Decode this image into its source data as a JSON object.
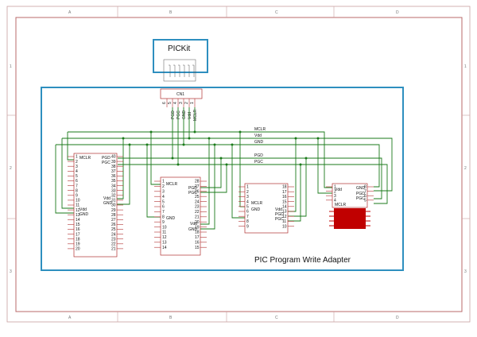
{
  "sheet": {
    "columns": [
      "A",
      "B",
      "C",
      "D"
    ],
    "rows": [
      "1",
      "2",
      "3"
    ]
  },
  "pickit": {
    "label": "PICKit"
  },
  "title": "PIC Program Write Adapter",
  "connector": {
    "ref": "CN1",
    "pin_numbers": [
      "6",
      "5",
      "4",
      "3",
      "2",
      "1"
    ],
    "signals": [
      "",
      "PGD",
      "PGC",
      "GND",
      "Vdd",
      "MCLR"
    ]
  },
  "nets": {
    "mclr": "MCLR",
    "vdd": "Vdd",
    "gnd": "GND",
    "pgd": "PGD",
    "pgc": "PGC"
  },
  "chip40": {
    "left": [
      "1",
      "2",
      "3",
      "4",
      "5",
      "6",
      "7",
      "8",
      "9",
      "10",
      "11",
      "12",
      "13",
      "14",
      "15",
      "16",
      "17",
      "18",
      "19",
      "20"
    ],
    "right": [
      "40",
      "39",
      "38",
      "37",
      "36",
      "35",
      "34",
      "33",
      "32",
      "31",
      "30",
      "29",
      "28",
      "27",
      "26",
      "25",
      "24",
      "23",
      "22",
      "21"
    ],
    "labels": {
      "mclr": "MCLR",
      "vdd": "Vdd",
      "gnd": "GND",
      "pgd": "PGD",
      "pgc": "PGC",
      "vdd2": "Vdd",
      "gnd2": "GND"
    }
  },
  "chip28": {
    "left": [
      "1",
      "2",
      "3",
      "4",
      "5",
      "6",
      "7",
      "8",
      "9",
      "10",
      "11",
      "12",
      "13",
      "14"
    ],
    "right": [
      "28",
      "27",
      "26",
      "25",
      "24",
      "23",
      "22",
      "21",
      "20",
      "19",
      "18",
      "17",
      "16",
      "15"
    ],
    "labels": {
      "mclr": "MCLR",
      "gnd": "GND",
      "pgd": "PGD",
      "pgc": "PGC",
      "vdd": "Vdd",
      "gnd2": "GND"
    }
  },
  "chip18": {
    "left": [
      "1",
      "2",
      "3",
      "4",
      "5",
      "6",
      "7",
      "8",
      "9"
    ],
    "right": [
      "18",
      "17",
      "16",
      "15",
      "14",
      "13",
      "12",
      "11",
      "10"
    ],
    "labels": {
      "mclr": "MCLR",
      "gnd": "GND",
      "vdd": "Vdd",
      "pgd": "PGD",
      "pgc": "PGC"
    }
  },
  "chip8": {
    "left": [
      "1",
      "2",
      "3",
      "4"
    ],
    "right": [
      "8",
      "7",
      "6",
      "5"
    ],
    "labels": {
      "vdd": "Vdd",
      "gnd": "GND",
      "pgd": "PGD",
      "pgc": "PGC",
      "mclr": "MCLR"
    }
  },
  "colors": {
    "wire": "#1a7a1a",
    "chip": "#b03030",
    "frame": "#2e8fbf",
    "sheet": "#b86a6a",
    "smd_fill": "#c00000"
  }
}
